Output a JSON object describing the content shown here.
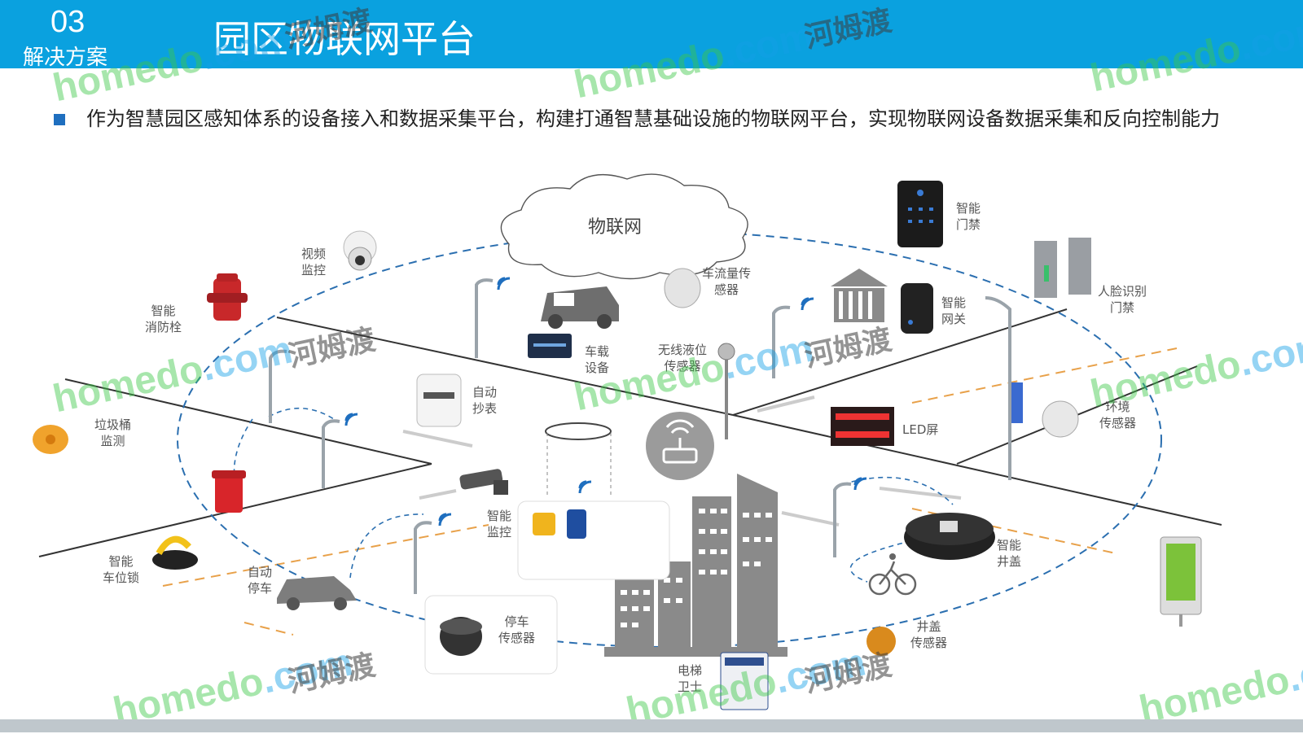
{
  "header": {
    "section_number": "03",
    "section_name": "解决方案",
    "title": "园区物联网平台"
  },
  "intro": "作为智慧园区感知体系的设备接入和数据采集平台，构建打通智慧基础设施的物联网平台，实现物联网设备数据采集和反向控制能力",
  "diagram": {
    "cloud_label": "物联网",
    "labels": {
      "video_monitor": "视频\n监控",
      "fire_hydrant": "智能\n消防栓",
      "trash_monitor": "垃圾桶\n监测",
      "parking_lock": "智能\n车位锁",
      "auto_parking": "自动\n停车",
      "parking_sensor": "停车\n传感器",
      "vehicle_device": "车载\n设备",
      "auto_meter": "自动\n抄表",
      "smart_monitor": "智能\n监控",
      "traffic_sensor": "车流量传\n感器",
      "liquid_sensor": "无线液位\n传感器",
      "elevator_guard": "电梯\n卫士",
      "access_control": "智能\n门禁",
      "face_gate": "人脸识别\n门禁",
      "gateway": "智能\n网关",
      "led_screen": "LED屏",
      "env_sensor": "环境\n传感器",
      "manhole_cover": "智能\n井盖",
      "manhole_sensor": "井盖\n传感器"
    }
  },
  "watermarks": {
    "brand": "homedo",
    "domain": ".com",
    "cn": "河姆渡"
  },
  "colors": {
    "header_bg": "#0aa1df",
    "ellipse": "#2b6fb0",
    "road": "#333333",
    "dash_orange": "#e8a14a",
    "building": "#8a8a8a"
  }
}
